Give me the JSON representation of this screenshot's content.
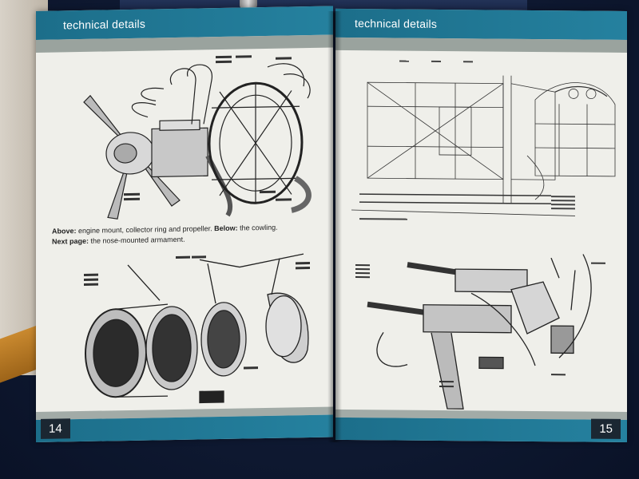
{
  "left_page": {
    "header": "technical details",
    "caption_above_label": "Above:",
    "caption_above_text": " engine mount, collector ring and propeller. ",
    "caption_below_label": "Below:",
    "caption_below_text": " the cowling.",
    "caption_next_label": "Next page:",
    "caption_next_text": " the nose-mounted armament.",
    "page_number": "14"
  },
  "right_page": {
    "header": "technical details",
    "page_number": "15"
  },
  "colors": {
    "header_blue": "#1f7591",
    "band_gray": "#9aa39e",
    "page_paper": "#efefea"
  }
}
